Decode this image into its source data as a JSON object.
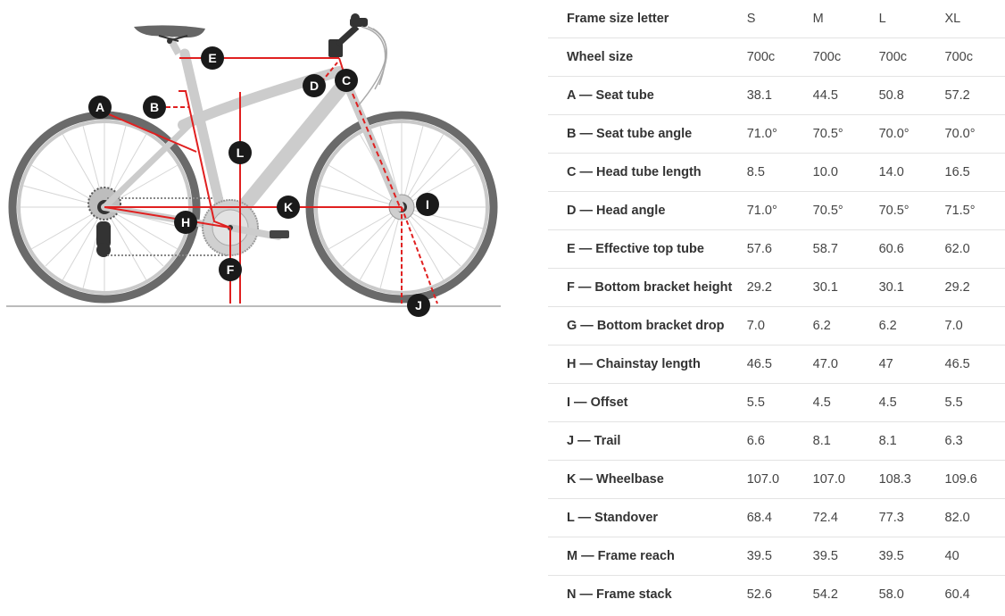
{
  "diagram": {
    "markers": [
      {
        "letter": "A",
        "label": "Seat tube"
      },
      {
        "letter": "B",
        "label": "Seat tube angle"
      },
      {
        "letter": "C",
        "label": "Head tube length"
      },
      {
        "letter": "D",
        "label": "Head angle"
      },
      {
        "letter": "E",
        "label": "Effective top tube"
      },
      {
        "letter": "F",
        "label": "Bottom bracket height"
      },
      {
        "letter": "H",
        "label": "Chainstay length"
      },
      {
        "letter": "I",
        "label": "Offset"
      },
      {
        "letter": "J",
        "label": "Trail"
      },
      {
        "letter": "K",
        "label": "Wheelbase"
      },
      {
        "letter": "L",
        "label": "Standover"
      }
    ],
    "colors": {
      "measure_line": "#e02020",
      "frame": "#cccccc",
      "tire": "#666666",
      "marker_bg": "#1a1a1a",
      "ground": "#bbbbbb"
    }
  },
  "table": {
    "header": {
      "label": "Frame size letter",
      "sizes": [
        "S",
        "M",
        "L",
        "XL"
      ]
    },
    "rows": [
      {
        "label": "Wheel size",
        "values": [
          "700c",
          "700c",
          "700c",
          "700c"
        ]
      },
      {
        "label": "A — Seat tube",
        "values": [
          "38.1",
          "44.5",
          "50.8",
          "57.2"
        ]
      },
      {
        "label": "B — Seat tube angle",
        "values": [
          "71.0°",
          "70.5°",
          "70.0°",
          "70.0°"
        ]
      },
      {
        "label": "C — Head tube length",
        "values": [
          "8.5",
          "10.0",
          "14.0",
          "16.5"
        ]
      },
      {
        "label": "D — Head angle",
        "values": [
          "71.0°",
          "70.5°",
          "70.5°",
          "71.5°"
        ]
      },
      {
        "label": "E — Effective top tube",
        "values": [
          "57.6",
          "58.7",
          "60.6",
          "62.0"
        ]
      },
      {
        "label": "F — Bottom bracket height",
        "values": [
          "29.2",
          "30.1",
          "30.1",
          "29.2"
        ]
      },
      {
        "label": "G — Bottom bracket drop",
        "values": [
          "7.0",
          "6.2",
          "6.2",
          "7.0"
        ]
      },
      {
        "label": "H — Chainstay length",
        "values": [
          "46.5",
          "47.0",
          "47",
          "46.5"
        ]
      },
      {
        "label": "I — Offset",
        "values": [
          "5.5",
          "4.5",
          "4.5",
          "5.5"
        ]
      },
      {
        "label": "J — Trail",
        "values": [
          "6.6",
          "8.1",
          "8.1",
          "6.3"
        ]
      },
      {
        "label": "K — Wheelbase",
        "values": [
          "107.0",
          "107.0",
          "108.3",
          "109.6"
        ]
      },
      {
        "label": "L — Standover",
        "values": [
          "68.4",
          "72.4",
          "77.3",
          "82.0"
        ]
      },
      {
        "label": "M — Frame reach",
        "values": [
          "39.5",
          "39.5",
          "39.5",
          "40"
        ]
      },
      {
        "label": "N — Frame stack",
        "values": [
          "52.6",
          "54.2",
          "58.0",
          "60.4"
        ]
      }
    ]
  }
}
